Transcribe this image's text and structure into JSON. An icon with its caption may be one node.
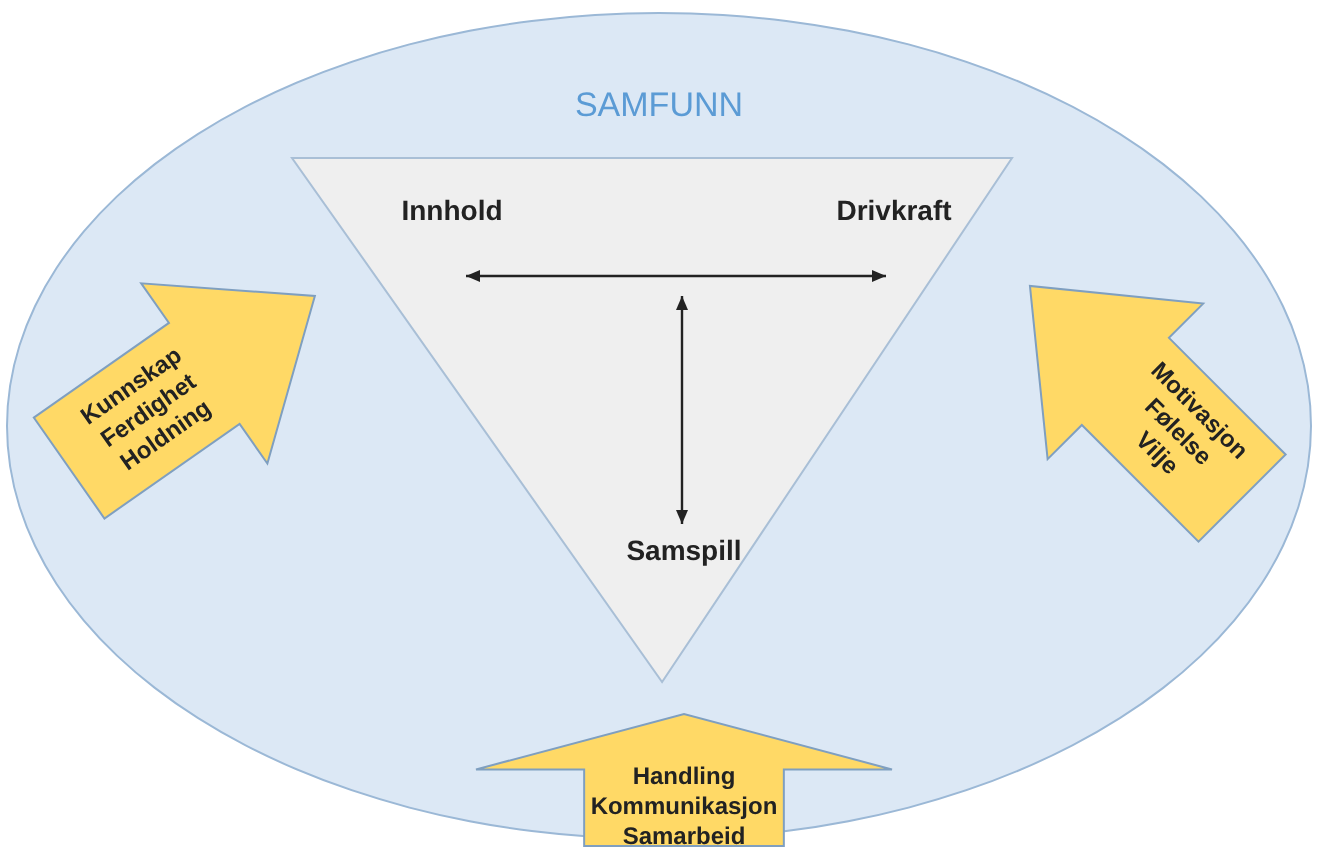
{
  "diagram": {
    "nodes": [
      {
        "text": [
          "SAMFUNN"
        ]
      },
      {
        "text": [],
        "shape": "triangle",
        "in": 0
      },
      {
        "text": [
          "Innhold"
        ],
        "in": 1
      },
      {
        "text": [
          "Drivkraft"
        ],
        "in": 1
      },
      {
        "text": [
          "Samspill"
        ],
        "in": 1
      },
      {
        "text": [
          "Kunnskap",
          "Ferdighet",
          "Holdning"
        ],
        "in": 0
      },
      {
        "text": [
          "Motivasjon",
          "Følelse",
          "Vilje"
        ],
        "in": 0
      },
      {
        "text": [
          "Handling",
          "Kommunikasjon",
          "Samarbeid"
        ],
        "in": 0
      }
    ],
    "edges": [
      {
        "from": 2,
        "to": 3,
        "arrow": "both"
      },
      {
        "from": null,
        "to": 4,
        "arrow": "both"
      }
    ]
  }
}
